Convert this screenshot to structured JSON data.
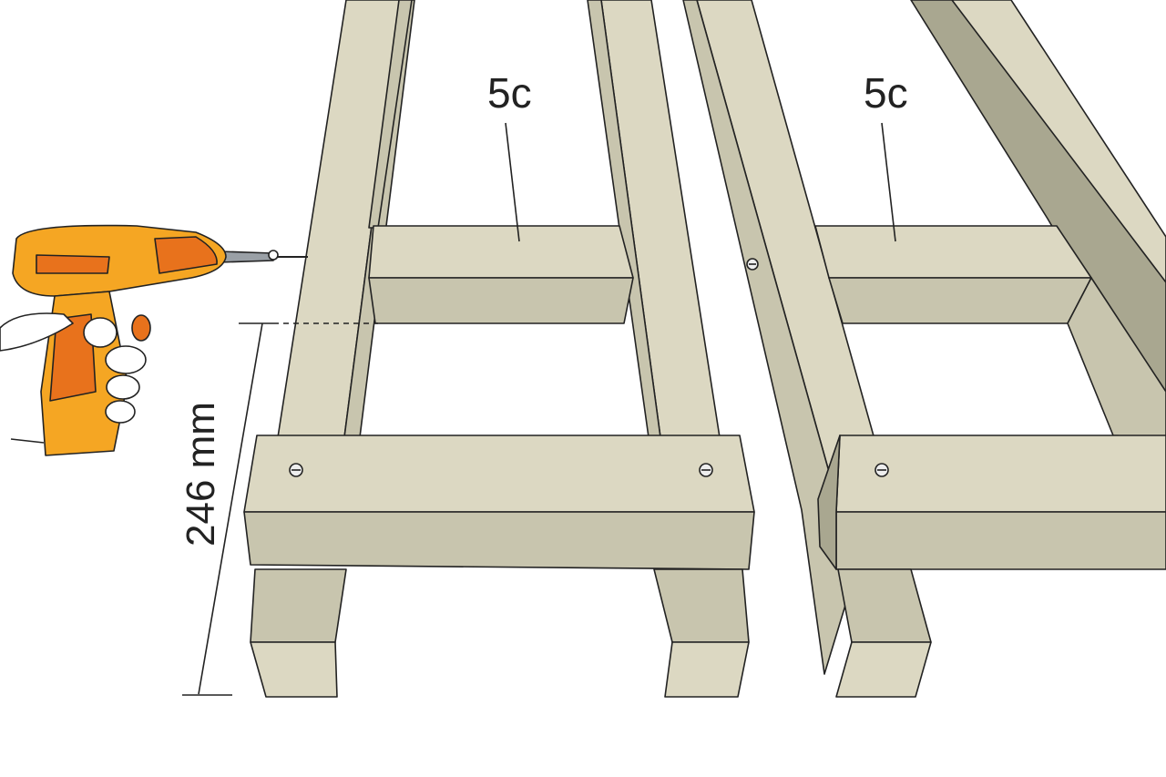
{
  "labels": {
    "part_left": "5c",
    "part_right": "5c",
    "dimension": "246 mm"
  },
  "colors": {
    "wood_top": "#dcd8c2",
    "wood_side": "#c8c5ae",
    "wood_dark": "#a9a790",
    "line": "#222222",
    "drill_body": "#f5a623",
    "drill_accent": "#e8721c",
    "bit": "#9aa0a6"
  },
  "icons": [
    "cordless-drill-icon",
    "hand-icon",
    "screw-head-icon"
  ]
}
